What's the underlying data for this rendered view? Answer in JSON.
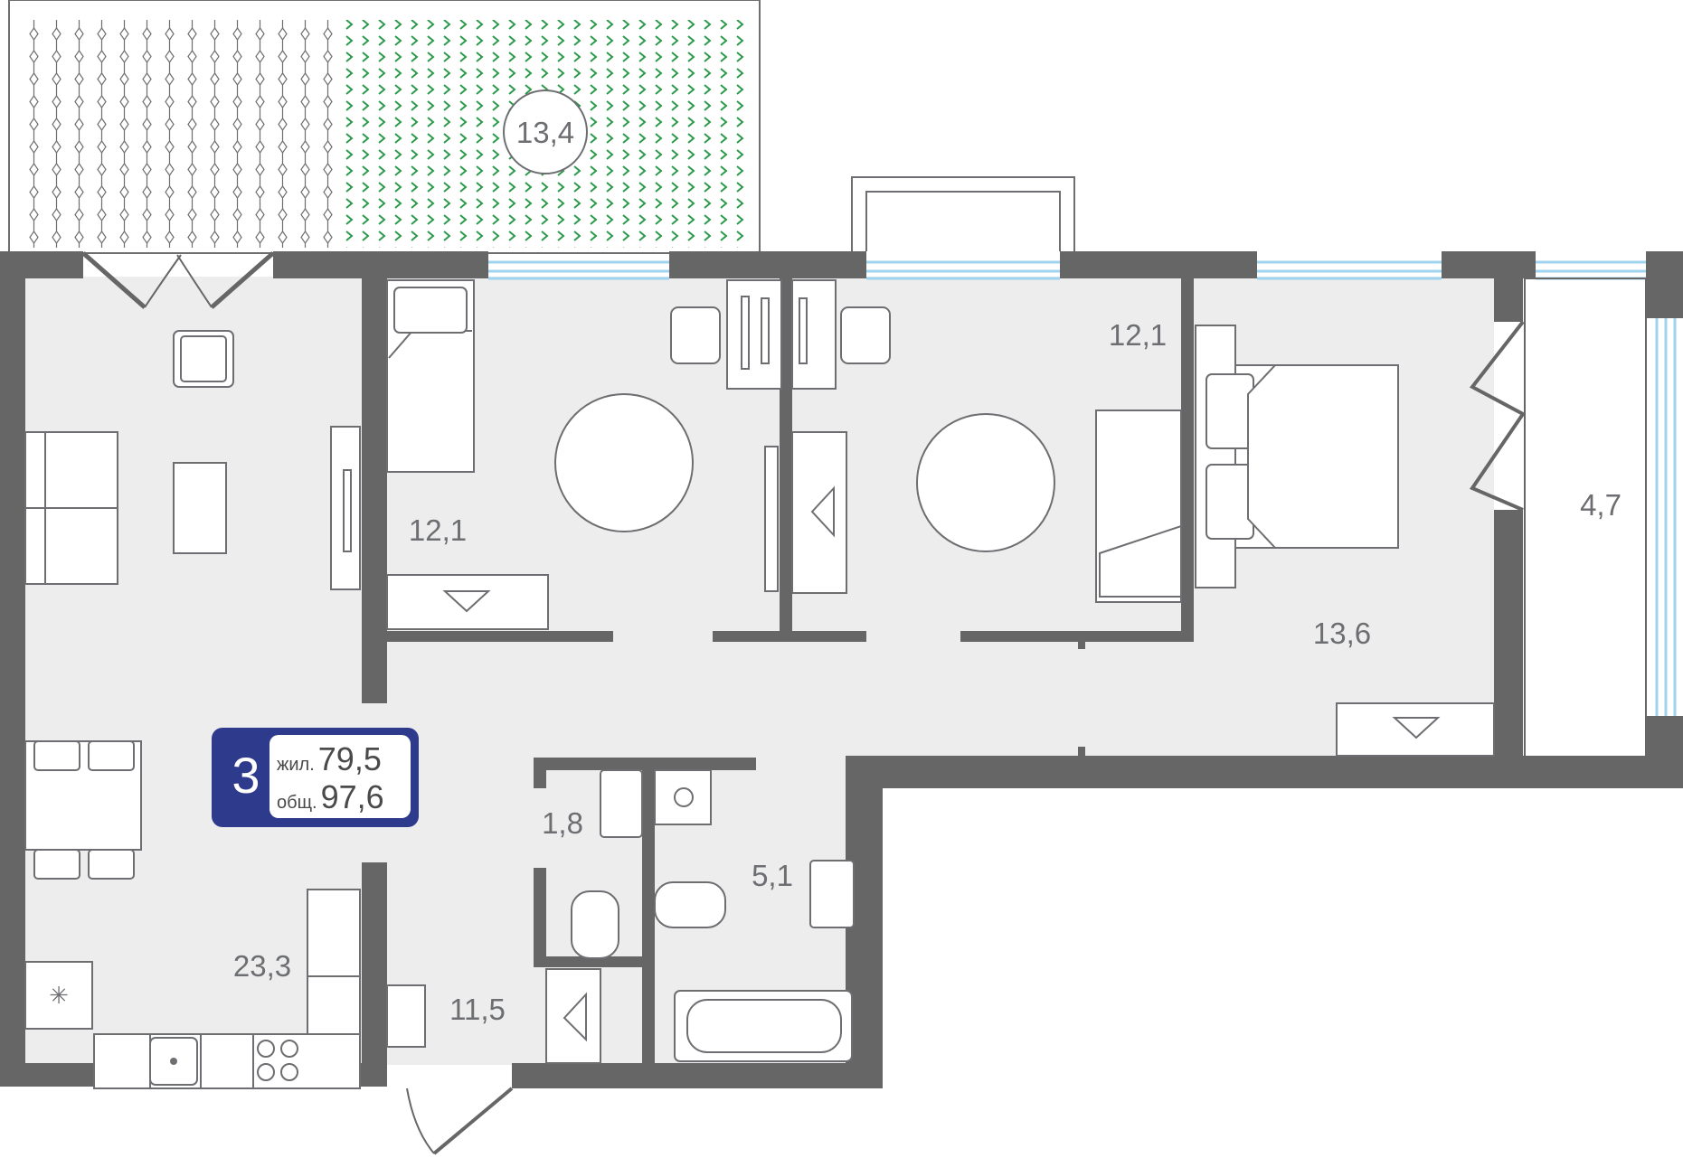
{
  "plan": {
    "colors": {
      "wall": "#666666",
      "floor": "#ededed",
      "window": "#9fd3ee",
      "terrace_hatch": "#2b9a4a",
      "badge": "#2e3a8c",
      "text": "#6d6e71"
    },
    "rooms": {
      "terrace": "13,4",
      "bedroom_left": "12,1",
      "bedroom_mid": "12,1",
      "bedroom_right": "13,6",
      "loggia": "4,7",
      "living_kitchen": "23,3",
      "hall": "11,5",
      "wc": "1,8",
      "bathroom": "5,1"
    },
    "summary": {
      "rooms_count": "3",
      "living_label": "жил.",
      "living_area": "79,5",
      "total_label": "общ.",
      "total_area": "97,6"
    }
  }
}
